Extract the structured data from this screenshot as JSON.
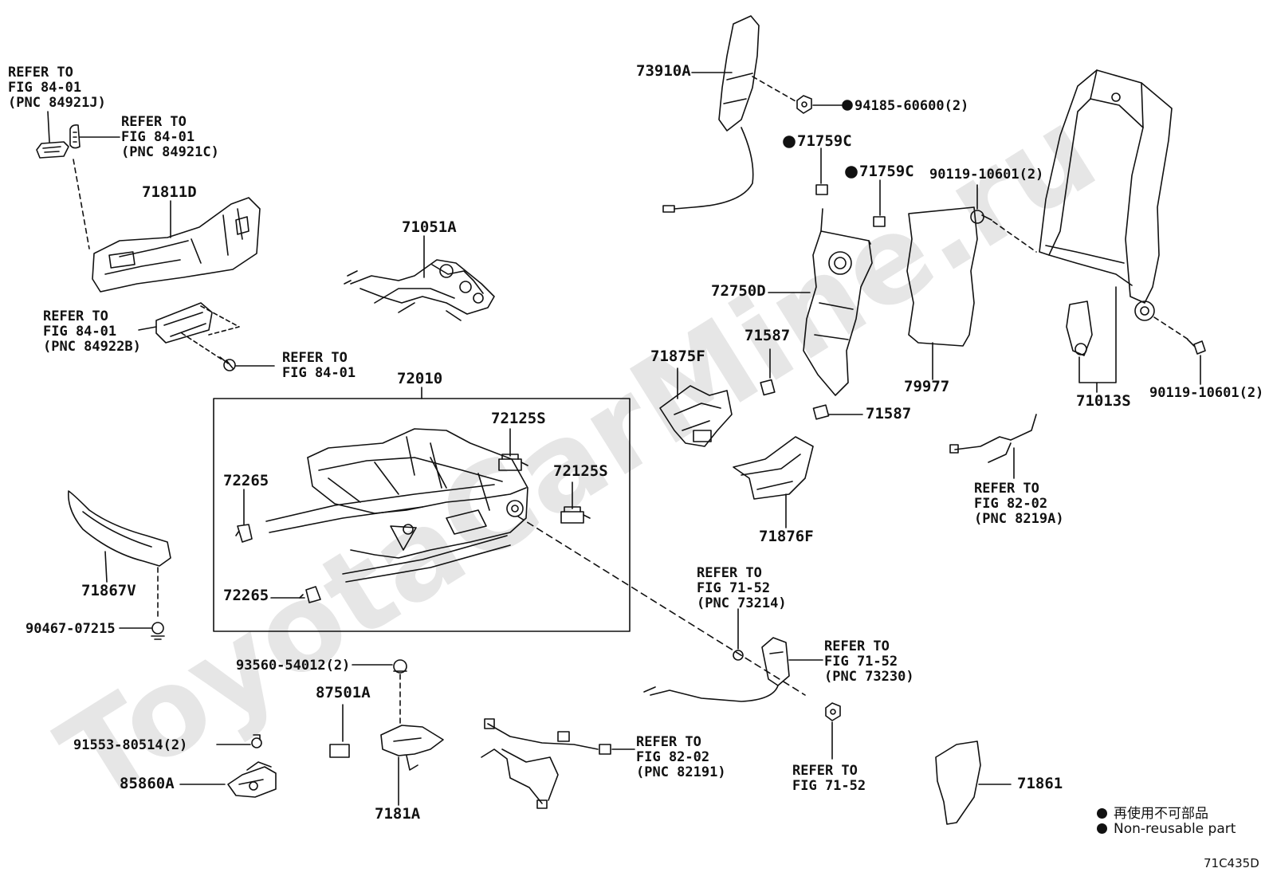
{
  "watermark": "ToyotaCarMine.ru",
  "labels": {
    "refer_84921J": "REFER TO\nFIG 84-01\n(PNC 84921J)",
    "refer_84921C": "REFER TO\nFIG 84-01\n(PNC 84921C)",
    "p71811D": "71811D",
    "refer_84922B": "REFER TO\nFIG 84-01\n(PNC 84922B)",
    "refer_fig8401": "REFER TO\nFIG 84-01",
    "p71051A": "71051A",
    "p72010": "72010",
    "p72125S_a": "72125S",
    "p72125S_b": "72125S",
    "p72265_a": "72265",
    "p72265_b": "72265",
    "p71867V": "71867V",
    "p90467": "90467-07215",
    "p73910A": "73910A",
    "p94185": "94185-60600(2)",
    "p71759C_a": "71759C",
    "p71759C_b": "71759C",
    "p90119_a": "90119-10601(2)",
    "p72750D": "72750D",
    "p71587_a": "71587",
    "p71587_b": "71587",
    "p79977": "79977",
    "p71013S": "71013S",
    "p90119_b": "90119-10601(2)",
    "p71875F": "71875F",
    "p71876F": "71876F",
    "refer_8219A": "REFER TO\nFIG 82-02\n(PNC 8219A)",
    "refer_73214": "REFER TO\nFIG 71-52\n(PNC 73214)",
    "refer_73230": "REFER TO\nFIG 71-52\n(PNC 73230)",
    "p93560": "93560-54012(2)",
    "p87501A": "87501A",
    "p91553": "91553-80514(2)",
    "p85860A": "85860A",
    "p7181A": "7181A",
    "refer_82191": "REFER TO\nFIG 82-02\n(PNC 82191)",
    "refer_fig7152": "REFER TO\nFIG 71-52",
    "p71861": "71861"
  },
  "legend": {
    "line1": "再使用不可部品",
    "line2": "Non-reusable part"
  },
  "figure_code": "71C435D"
}
